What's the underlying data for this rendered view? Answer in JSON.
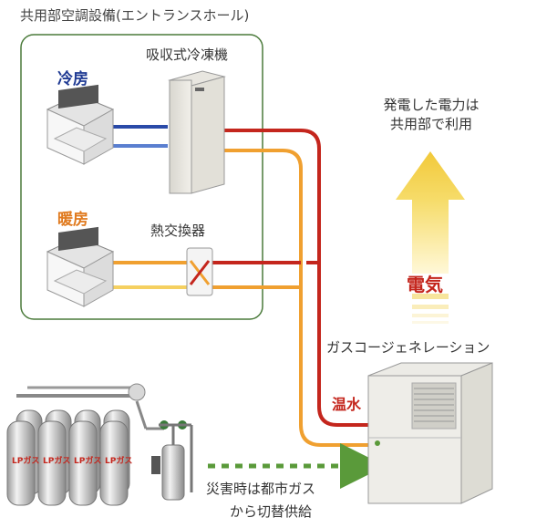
{
  "diagram": {
    "title": "共用部空調設備(エントランスホール)",
    "cooling_label": "冷房",
    "heating_label": "暖房",
    "absorption_chiller_label": "吸収式冷凍機",
    "heat_exchanger_label": "熱交換器",
    "power_note_line1": "発電した電力は",
    "power_note_line2": "共用部で利用",
    "electricity_label": "電気",
    "cogeneration_label": "ガスコージェネレーション",
    "hot_water_label": "温水",
    "disaster_line1": "災害時は都市ガス",
    "disaster_line2": "から切替供給",
    "cylinder_label": "LPガス"
  },
  "colors": {
    "frame": "#4a7a3a",
    "blue_pipe": "#2a4aa8",
    "red_pipe": "#c4261d",
    "orange_pipe": "#f0a030",
    "arrow_yellow": "#f5d34a",
    "dashed_arrow": "#5a9a3a"
  }
}
